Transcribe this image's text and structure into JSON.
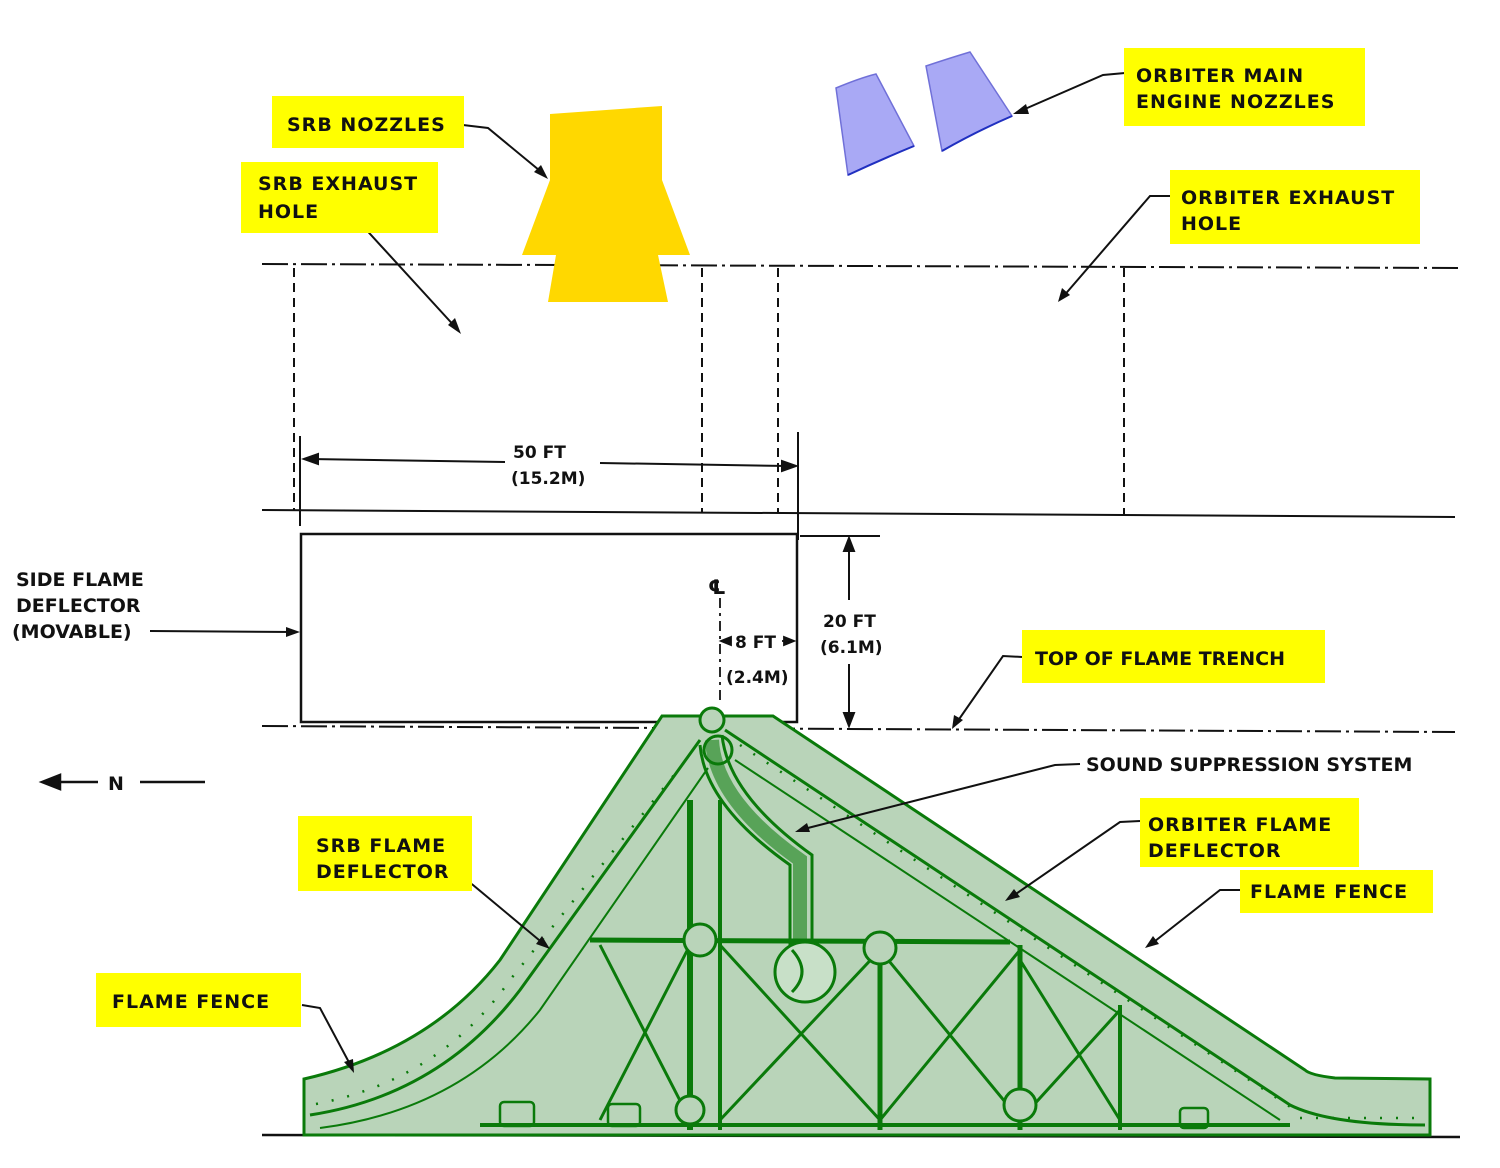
{
  "colors": {
    "label_bg": "#ffff00",
    "deflector_fill": "#b9d4b9",
    "deflector_stroke": "#0a7a0a",
    "srb_nozzle": "#ffd800",
    "orbiter_nozzle": "#a9a9f5",
    "line": "#111111"
  },
  "labels": {
    "srb_nozzles": "SRB NOZZLES",
    "srb_exhaust_hole_1": "SRB EXHAUST",
    "srb_exhaust_hole_2": "HOLE",
    "orbiter_main_engine_1": "ORBITER MAIN",
    "orbiter_main_engine_2": "ENGINE NOZZLES",
    "orbiter_exhaust_hole_1": "ORBITER EXHAUST",
    "orbiter_exhaust_hole_2": "HOLE",
    "side_flame_deflector_1": "SIDE FLAME",
    "side_flame_deflector_2": "DEFLECTOR",
    "side_flame_deflector_3": "(MOVABLE)",
    "top_of_flame_trench": "TOP OF FLAME TRENCH",
    "sound_suppression": "SOUND SUPPRESSION SYSTEM",
    "orbiter_flame_deflector_1": "ORBITER FLAME",
    "orbiter_flame_deflector_2": "DEFLECTOR",
    "flame_fence_right": "FLAME FENCE",
    "srb_flame_deflector_1": "SRB FLAME",
    "srb_flame_deflector_2": "DEFLECTOR",
    "flame_fence_left": "FLAME FENCE",
    "north": "N",
    "centerline": "℄"
  },
  "dimensions": {
    "width_ft": "50 FT",
    "width_m": "(15.2M)",
    "height_ft": "20 FT",
    "height_m": "(6.1M)",
    "offset_ft": "8 FT",
    "offset_m": "(2.4M)"
  }
}
